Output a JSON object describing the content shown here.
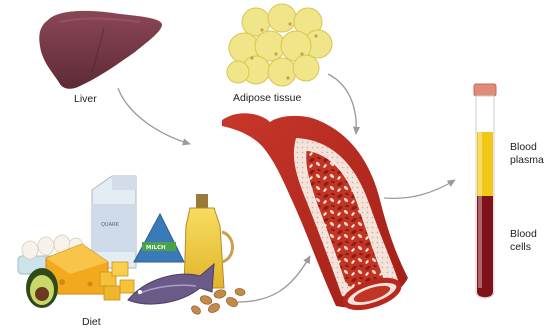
{
  "labels": {
    "liver": "Liver",
    "adipose": "Adipose tissue",
    "diet": "Diet",
    "plasma_line1": "Blood",
    "plasma_line2": "plasma",
    "cells_line1": "Blood",
    "cells_line2": "cells"
  },
  "packaging": {
    "carton_text": "QUARK",
    "milk_text": "MILCH"
  },
  "colors": {
    "liver": "#7a3a4a",
    "fat": "#f1e58a",
    "vessel": "#b8281e",
    "plasma": "#f2c818",
    "cells": "#7e1218",
    "arrow": "#9a9a9a"
  }
}
